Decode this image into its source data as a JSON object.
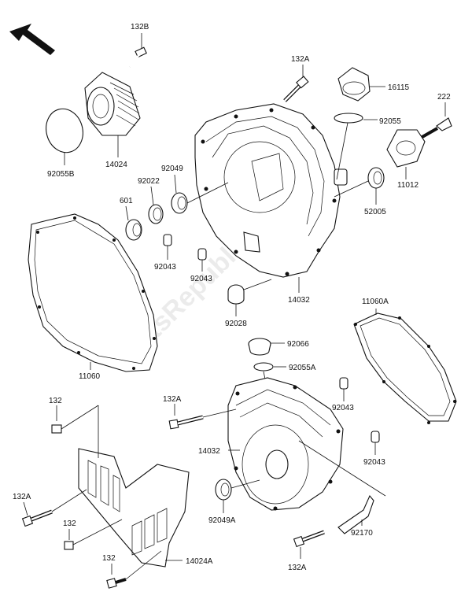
{
  "watermark": "PartsRepublik",
  "labels": {
    "p132B": "132B",
    "p132A_top": "132A",
    "p16115": "16115",
    "p222": "222",
    "p92055": "92055",
    "p92055B": "92055B",
    "p14024": "14024",
    "p92049": "92049",
    "p92022": "92022",
    "p601": "601",
    "p11012": "11012",
    "p52005": "52005",
    "p92043_a": "92043",
    "p92043_b": "92043",
    "p14032_top": "14032",
    "p92028": "92028",
    "p11060": "11060",
    "p11060A": "11060A",
    "p92066": "92066",
    "p92055A": "92055A",
    "p132A_mid": "132A",
    "p132_a": "132",
    "p14032_bot": "14032",
    "p92043_c": "92043",
    "p92043_d": "92043",
    "p132A_left": "132A",
    "p132_b": "132",
    "p92049A": "92049A",
    "p92170": "92170",
    "p132_c": "132",
    "p14024A": "14024A",
    "p132A_bot": "132A"
  }
}
